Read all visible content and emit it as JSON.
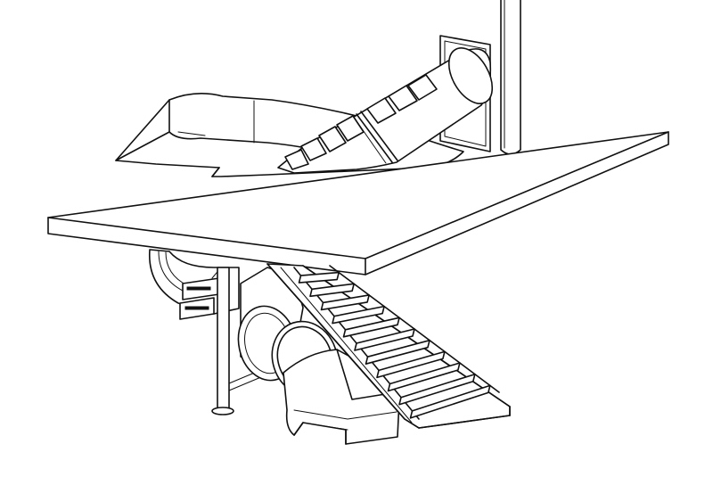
{
  "figure": {
    "type": "line-drawing",
    "subject": "water slide",
    "background_color": "#ffffff",
    "line_color": "#111111",
    "stair_step_count": 11
  }
}
